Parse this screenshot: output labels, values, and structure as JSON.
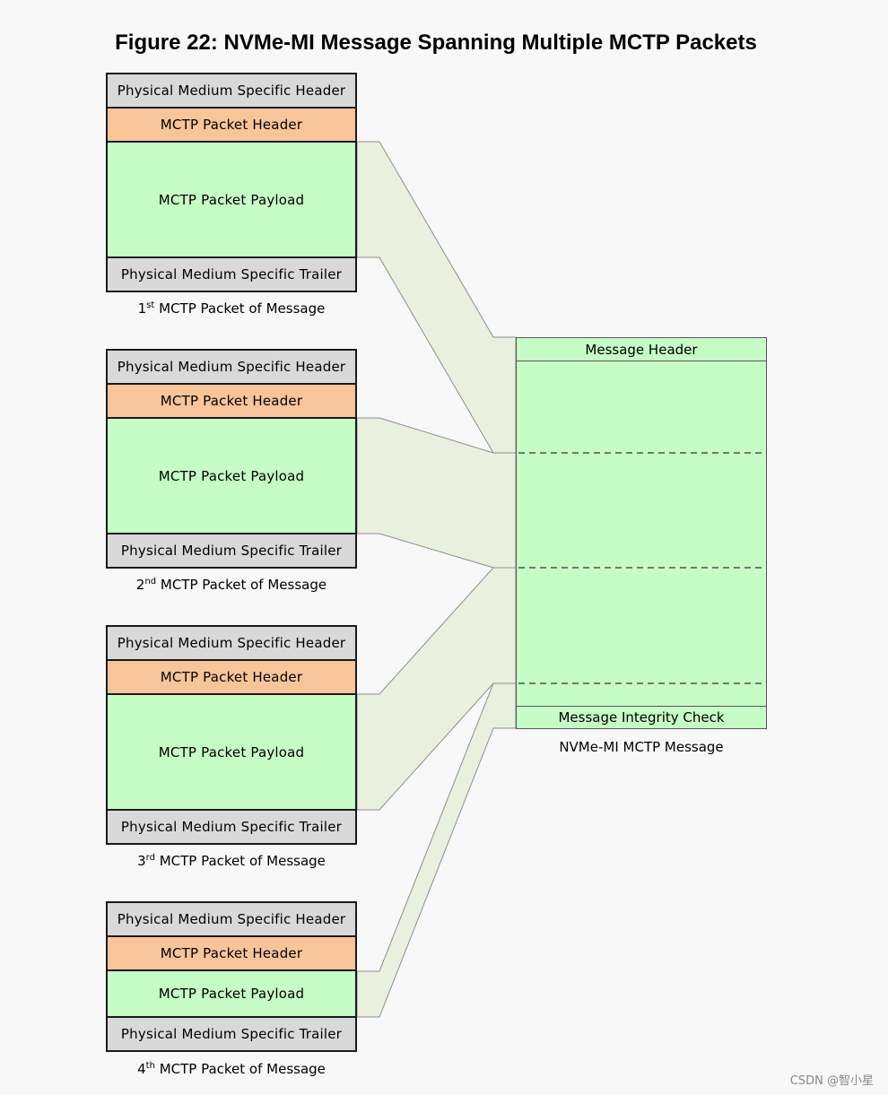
{
  "title": "Figure 22: NVMe-MI Message Spanning Multiple MCTP Packets",
  "packets": [
    {
      "phy_header": "Physical Medium Specific Header",
      "mctp_header": "MCTP Packet Header",
      "payload": "MCTP Packet Payload",
      "phy_trailer": "Physical Medium Specific Trailer",
      "caption_num": "1",
      "caption_sup": "st",
      "caption_text": " MCTP Packet of Message"
    },
    {
      "phy_header": "Physical Medium Specific Header",
      "mctp_header": "MCTP Packet Header",
      "payload": "MCTP Packet Payload",
      "phy_trailer": "Physical Medium Specific Trailer",
      "caption_num": "2",
      "caption_sup": "nd",
      "caption_text": " MCTP Packet of Message"
    },
    {
      "phy_header": "Physical Medium Specific Header",
      "mctp_header": "MCTP Packet Header",
      "payload": "MCTP Packet Payload",
      "phy_trailer": "Physical Medium Specific Trailer",
      "caption_num": "3",
      "caption_sup": "rd",
      "caption_text": " MCTP Packet of Message"
    },
    {
      "phy_header": "Physical Medium Specific Header",
      "mctp_header": "MCTP Packet Header",
      "payload": "MCTP Packet Payload",
      "phy_trailer": "Physical Medium Specific Trailer",
      "caption_num": "4",
      "caption_sup": "th",
      "caption_text": " MCTP Packet of Message"
    }
  ],
  "message": {
    "header": "Message Header",
    "integrity": "Message Integrity Check",
    "caption": "NVMe-MI MCTP Message"
  },
  "watermark": "CSDN @智小星",
  "colors": {
    "phy": "#d9d9d9",
    "mctp_header": "#f8c49a",
    "payload": "#c6fdc6",
    "connector_fill": "#eaf0de"
  }
}
